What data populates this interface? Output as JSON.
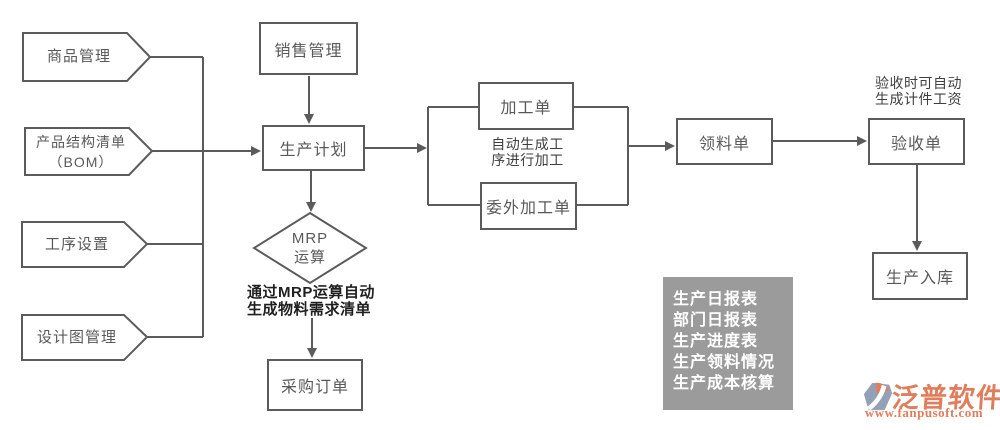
{
  "colors": {
    "line": "#5b5b5b",
    "node_text": "#595959",
    "note_text": "#3f3f3f",
    "panel_bg": "#9b9b9b",
    "panel_text": "#ffffff",
    "brand_orange": "#e07d5c",
    "logo_icon_gray": "#93a0b6"
  },
  "sources": {
    "items": [
      {
        "label": "商品管理"
      },
      {
        "line1": "产品结构清单",
        "line2": "（BOM）"
      },
      {
        "label": "工序设置"
      },
      {
        "label": "设计图管理"
      }
    ]
  },
  "nodes": {
    "sales": "销售管理",
    "plan": "生产计划",
    "mrp_line1": "MRP",
    "mrp_line2": "运算",
    "purchase": "采购订单",
    "process_order": "加工单",
    "outsource_order": "委外加工单",
    "material_req": "领料单",
    "acceptance": "验收单",
    "stock_in": "生产入库"
  },
  "notes": {
    "process_line1": "自动生成工",
    "process_line2": "序进行加工",
    "mrp_line1": "通过MRP运算自动",
    "mrp_line2": "生成物料需求清单",
    "acceptance_line1": "验收时可自动",
    "acceptance_line2": "生成计件工资"
  },
  "reports": {
    "items": [
      "生产日报表",
      "部门日报表",
      "生产进度表",
      "生产领料情况",
      "生产成本核算"
    ]
  },
  "logo": {
    "brand": "泛普软件",
    "url": "www.fanpusoft.com"
  }
}
